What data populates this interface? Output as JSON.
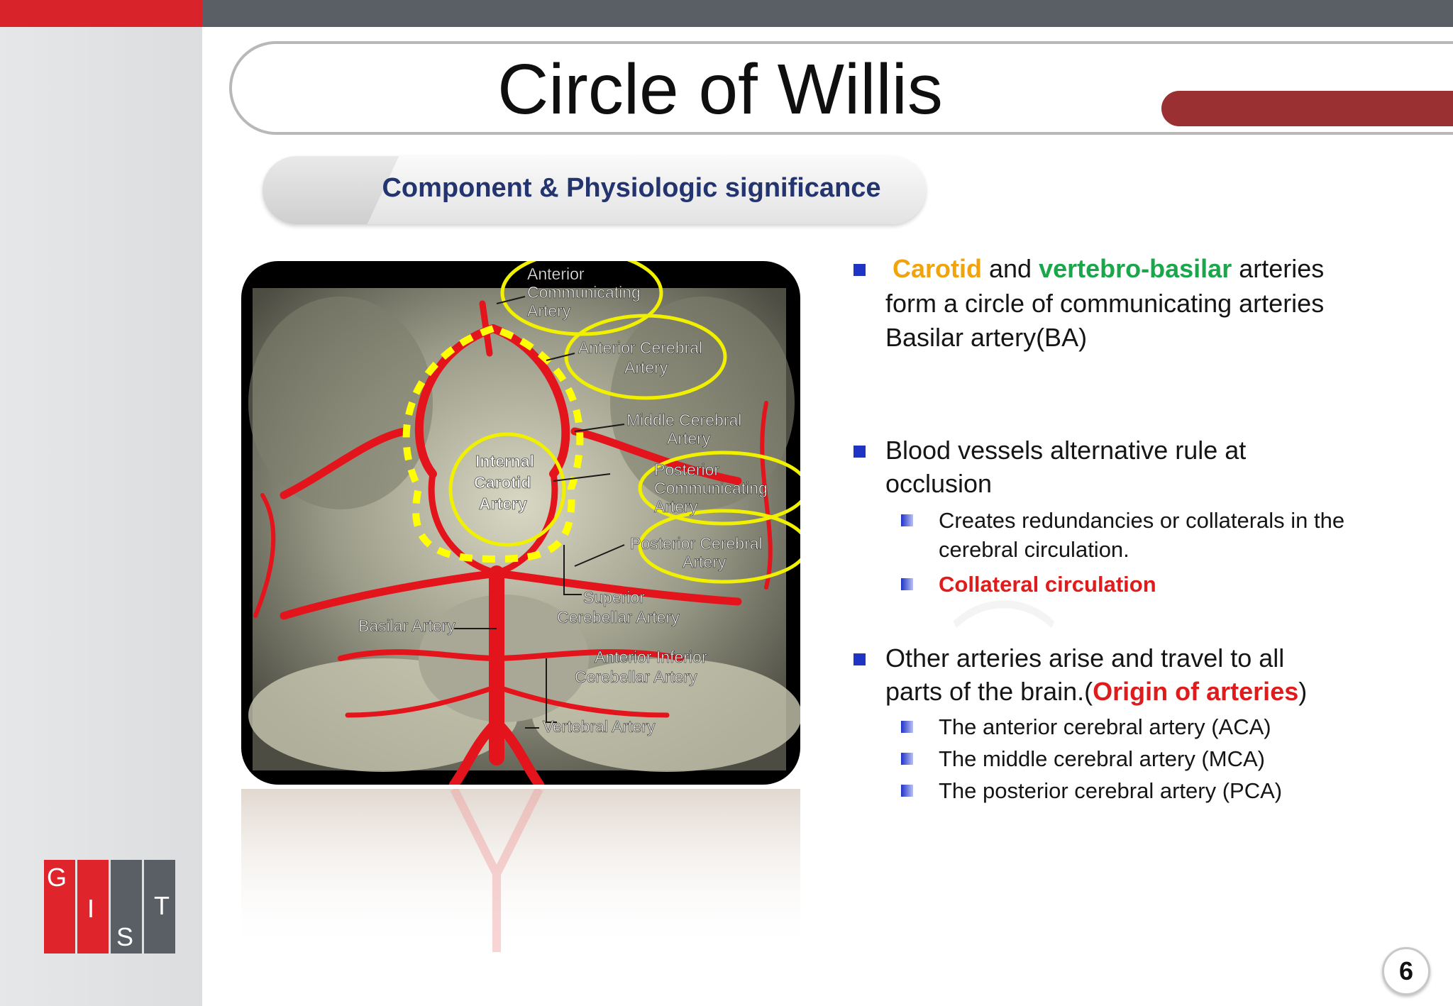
{
  "slide": {
    "title": "Circle of Willis",
    "subtitle": "Component & Physiologic significance",
    "page_number": "6",
    "logo_letters": [
      "G",
      "I",
      "S",
      "T"
    ]
  },
  "diagram": {
    "labels": {
      "acomm_1": "Anterior",
      "acomm_2": "Communicating",
      "acomm_3": "Artery",
      "aca_1": "Anterior Cerebral",
      "aca_2": "Artery",
      "mca_1": "Middle Cerebral",
      "mca_2": "Artery",
      "ica_1": "Internal",
      "ica_2": "Carotid",
      "ica_3": "Artery",
      "pcomm_1": "Posterior",
      "pcomm_2": "Communicating",
      "pcomm_3": "Artery",
      "pca_1": "Posterior Cerebral",
      "pca_2": "Artery",
      "sca_1": "Superior",
      "sca_2": "Cerebellar Artery",
      "basilar": "Basilar Artery",
      "aica_1": "Anterior Inferior",
      "aica_2": "Cerebellar Artery",
      "vertebral": "Vertebral Artery"
    }
  },
  "bullets": {
    "b1": {
      "carotid": "Carotid",
      "and": " and ",
      "vertebro": "vertebro-basilar",
      "rest": " arteries",
      "line2": "form a circle of communicating arteries",
      "line3": "Basilar artery(BA)"
    },
    "b2": {
      "line1": "Blood vessels alternative rule at",
      "line2": "occlusion",
      "sub1_line1": "Creates redundancies or collaterals in the",
      "sub1_line2": "cerebral circulation.",
      "sub2": "Collateral circulation"
    },
    "b3": {
      "line1": "Other arteries arise and travel to all",
      "line2_pre": "parts of the brain.(",
      "line2_red": "Origin of arteries",
      "line2_post": ")",
      "sub1": "The anterior cerebral artery (ACA)",
      "sub2": "The middle cerebral artery (MCA)",
      "sub3": "The posterior cerebral artery (PCA)"
    }
  }
}
